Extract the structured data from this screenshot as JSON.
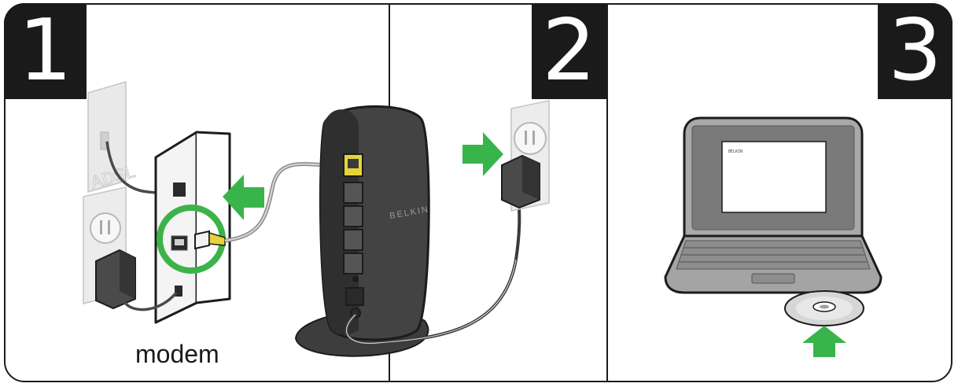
{
  "steps": {
    "one": {
      "number": "1",
      "label": "modem"
    },
    "two": {
      "number": "2"
    },
    "three": {
      "number": "3"
    }
  },
  "labels": {
    "jack": "ADSL",
    "brand": "BELKIN",
    "screen": "BELKIN"
  },
  "colors": {
    "arrow": "#39b44a",
    "highlight_ring": "#3cb34a",
    "port_highlight": "#e6d33a",
    "device_body": "#3a3a3a",
    "outline": "#1c1c1c"
  }
}
